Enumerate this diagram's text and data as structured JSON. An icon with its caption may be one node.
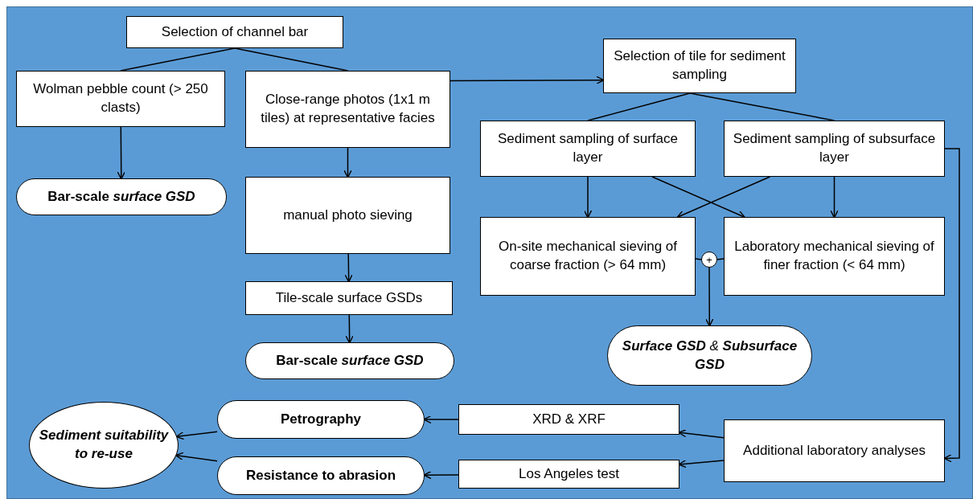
{
  "diagram": {
    "nodes": [
      {
        "text": [
          "Selection of channel bar"
        ]
      },
      {
        "text": [
          "Wolman pebble count (> 250 clasts)"
        ]
      },
      {
        "text": [
          "Close-range photos (1x1 m tiles) at representative facies"
        ]
      },
      {
        "text": [
          "Bar-scale *surface GSD*"
        ]
      },
      {
        "text": [
          "manual photo sieving"
        ]
      },
      {
        "text": [
          "Tile-scale surface GSDs"
        ]
      },
      {
        "text": [
          "Bar-scale *surface GSD*"
        ]
      },
      {
        "text": [
          "Selection of tile for sediment sampling"
        ]
      },
      {
        "text": [
          "Sediment sampling of surface layer"
        ]
      },
      {
        "text": [
          "Sediment sampling of subsurface layer"
        ]
      },
      {
        "text": [
          "On-site mechanical sieving of coarse fraction (> 64 mm)"
        ]
      },
      {
        "text": [
          "Laboratory mechanical sieving of finer fraction (< 64 mm)"
        ]
      },
      {
        "text": [
          "+"
        ]
      },
      {
        "text": [
          "**Surface GSD** & **Subsurface GSD**"
        ]
      },
      {
        "text": [
          "Additional laboratory analyses"
        ]
      },
      {
        "text": [
          "XRD & XRF"
        ]
      },
      {
        "text": [
          "Los Angeles test"
        ]
      },
      {
        "text": [
          "Petrography"
        ]
      },
      {
        "text": [
          "Resistance to abrasion"
        ]
      },
      {
        "text": [
          "Sediment suitability to re-use"
        ]
      }
    ],
    "edges": [
      {
        "from": 0,
        "to": 1,
        "arrow": "none"
      },
      {
        "from": 0,
        "to": 2,
        "arrow": "none"
      },
      {
        "from": 1,
        "to": 3,
        "arrow": "to"
      },
      {
        "from": 2,
        "to": 4,
        "arrow": "to"
      },
      {
        "from": 4,
        "to": 5,
        "arrow": "to"
      },
      {
        "from": 5,
        "to": 6,
        "arrow": "to"
      },
      {
        "from": 2,
        "to": 7,
        "arrow": "to"
      },
      {
        "from": 7,
        "to": 8,
        "arrow": "none"
      },
      {
        "from": 7,
        "to": 9,
        "arrow": "none"
      },
      {
        "from": 8,
        "to": 10,
        "arrow": "to"
      },
      {
        "from": 8,
        "to": 11,
        "arrow": "to"
      },
      {
        "from": 9,
        "to": 10,
        "arrow": "to"
      },
      {
        "from": 9,
        "to": 11,
        "arrow": "to"
      },
      {
        "from": 10,
        "to": 12,
        "arrow": "none"
      },
      {
        "from": 11,
        "to": 12,
        "arrow": "none"
      },
      {
        "from": 12,
        "to": 13,
        "arrow": "to"
      },
      {
        "from": 9,
        "to": 14,
        "arrow": "to"
      },
      {
        "from": 14,
        "to": 15,
        "arrow": "to"
      },
      {
        "from": 14,
        "to": 16,
        "arrow": "to"
      },
      {
        "from": 15,
        "to": 17,
        "arrow": "to"
      },
      {
        "from": 16,
        "to": 18,
        "arrow": "to"
      },
      {
        "from": 17,
        "to": 19,
        "arrow": "to"
      },
      {
        "from": 18,
        "to": 19,
        "arrow": "to"
      }
    ]
  }
}
